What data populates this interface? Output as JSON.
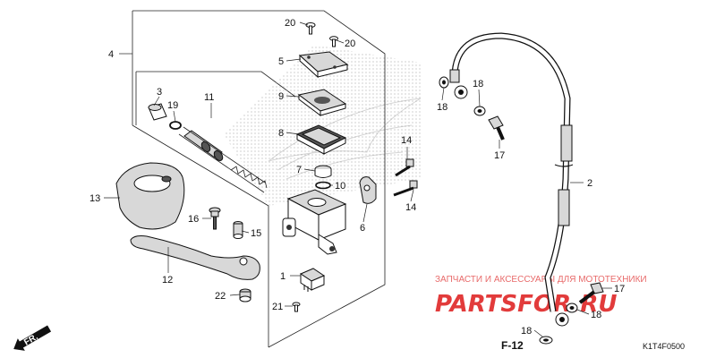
{
  "callouts": {
    "p1": "1",
    "p2": "2",
    "p3": "3",
    "p4": "4",
    "p5": "5",
    "p6": "6",
    "p7": "7",
    "p8": "8",
    "p9": "9",
    "p10": "10",
    "p11": "11",
    "p12": "12",
    "p13": "13",
    "p14a": "14",
    "p14b": "14",
    "p15": "15",
    "p16": "16",
    "p17a": "17",
    "p17b": "17",
    "p18a": "18",
    "p18b": "18",
    "p18c": "18",
    "p18d": "18",
    "p19": "19",
    "p20a": "20",
    "p20b": "20",
    "p21": "21",
    "p22": "22"
  },
  "ref_label": "F-12",
  "direction_label": "FR.",
  "diagram_code": "K1T4F0500",
  "watermark": {
    "caption": "ЗАПЧАСТИ И АКСЕССУАРЫ ДЛЯ МОТОТЕХНИКИ",
    "logo": "PARTSFOR.RU"
  },
  "colors": {
    "line": "#222222",
    "watermark_red": "#e23b3b"
  }
}
